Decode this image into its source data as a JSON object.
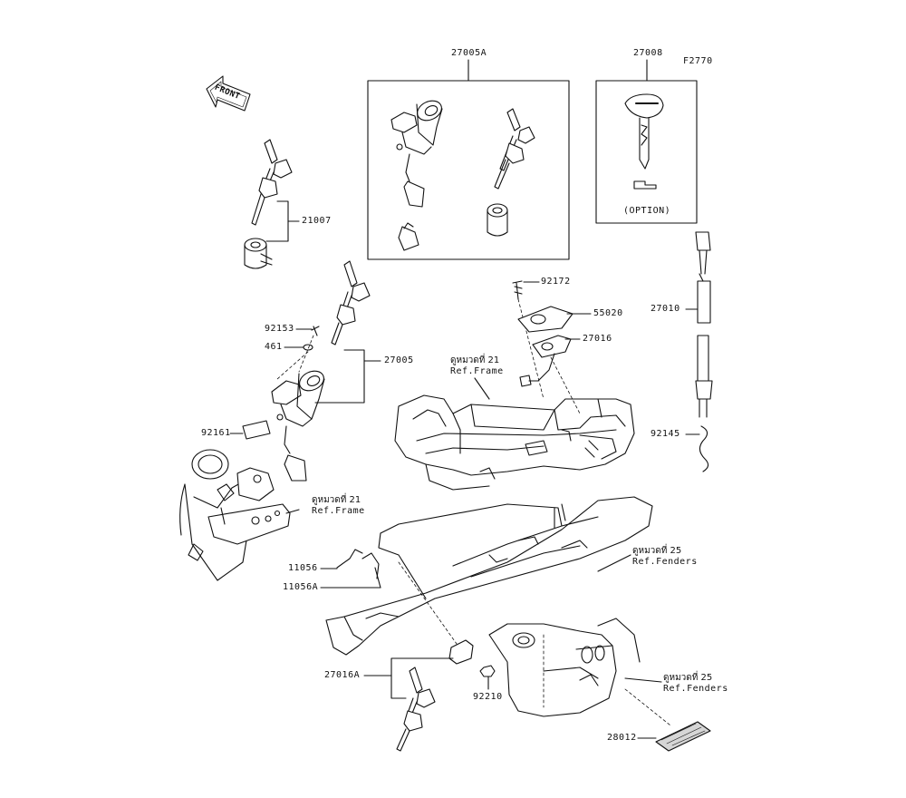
{
  "diagram": {
    "figure_code": "F2770",
    "front_label": "FRONT",
    "option_label": "(OPTION)",
    "parts": {
      "p27005A": "27005A",
      "p27008": "27008",
      "p21007": "21007",
      "p92172": "92172",
      "p55020": "55020",
      "p27010": "27010",
      "p27016": "27016",
      "p92153": "92153",
      "p461": "461",
      "p27005": "27005",
      "p92161": "92161",
      "p92145": "92145",
      "p11056": "11056",
      "p11056A": "11056A",
      "p27016A": "27016A",
      "p92210": "92210",
      "p28012": "28012"
    },
    "references": {
      "frame_top": {
        "thai": "ดูหมวดที่ 21",
        "en": "Ref.Frame"
      },
      "frame_left": {
        "thai": "ดูหมวดที่ 21",
        "en": "Ref.Frame"
      },
      "fenders_mid": {
        "thai": "ดูหมวดที่ 25",
        "en": "Ref.Fenders"
      },
      "fenders_bottom": {
        "thai": "ดูหมวดที่ 25",
        "en": "Ref.Fenders"
      }
    }
  }
}
